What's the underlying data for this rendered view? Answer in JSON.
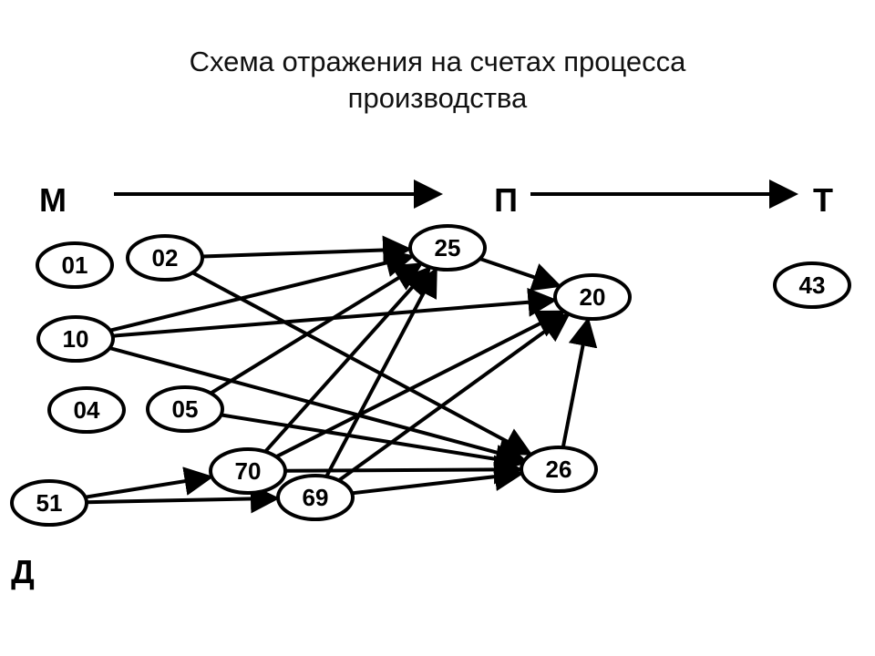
{
  "title": {
    "line1": "Схема отражения на счетах процесса",
    "line2": "производства"
  },
  "phases": {
    "m": "М",
    "p": "П",
    "t": "Т",
    "d": "Д"
  },
  "nodes": [
    {
      "id": "01",
      "label": "01"
    },
    {
      "id": "02",
      "label": "02"
    },
    {
      "id": "10",
      "label": "10"
    },
    {
      "id": "04",
      "label": "04"
    },
    {
      "id": "05",
      "label": "05"
    },
    {
      "id": "51",
      "label": "51"
    },
    {
      "id": "70",
      "label": "70"
    },
    {
      "id": "69",
      "label": "69"
    },
    {
      "id": "25",
      "label": "25"
    },
    {
      "id": "20",
      "label": "20"
    },
    {
      "id": "26",
      "label": "26"
    },
    {
      "id": "43",
      "label": "43"
    }
  ],
  "edges": [
    {
      "from": "02",
      "to": "25"
    },
    {
      "from": "02",
      "to": "26"
    },
    {
      "from": "10",
      "to": "25"
    },
    {
      "from": "10",
      "to": "20"
    },
    {
      "from": "10",
      "to": "26"
    },
    {
      "from": "05",
      "to": "25"
    },
    {
      "from": "05",
      "to": "26"
    },
    {
      "from": "70",
      "to": "25"
    },
    {
      "from": "70",
      "to": "20"
    },
    {
      "from": "70",
      "to": "26"
    },
    {
      "from": "69",
      "to": "25"
    },
    {
      "from": "69",
      "to": "20"
    },
    {
      "from": "69",
      "to": "26"
    },
    {
      "from": "51",
      "to": "70"
    },
    {
      "from": "51",
      "to": "69"
    },
    {
      "from": "25",
      "to": "20"
    },
    {
      "from": "26",
      "to": "20"
    }
  ]
}
